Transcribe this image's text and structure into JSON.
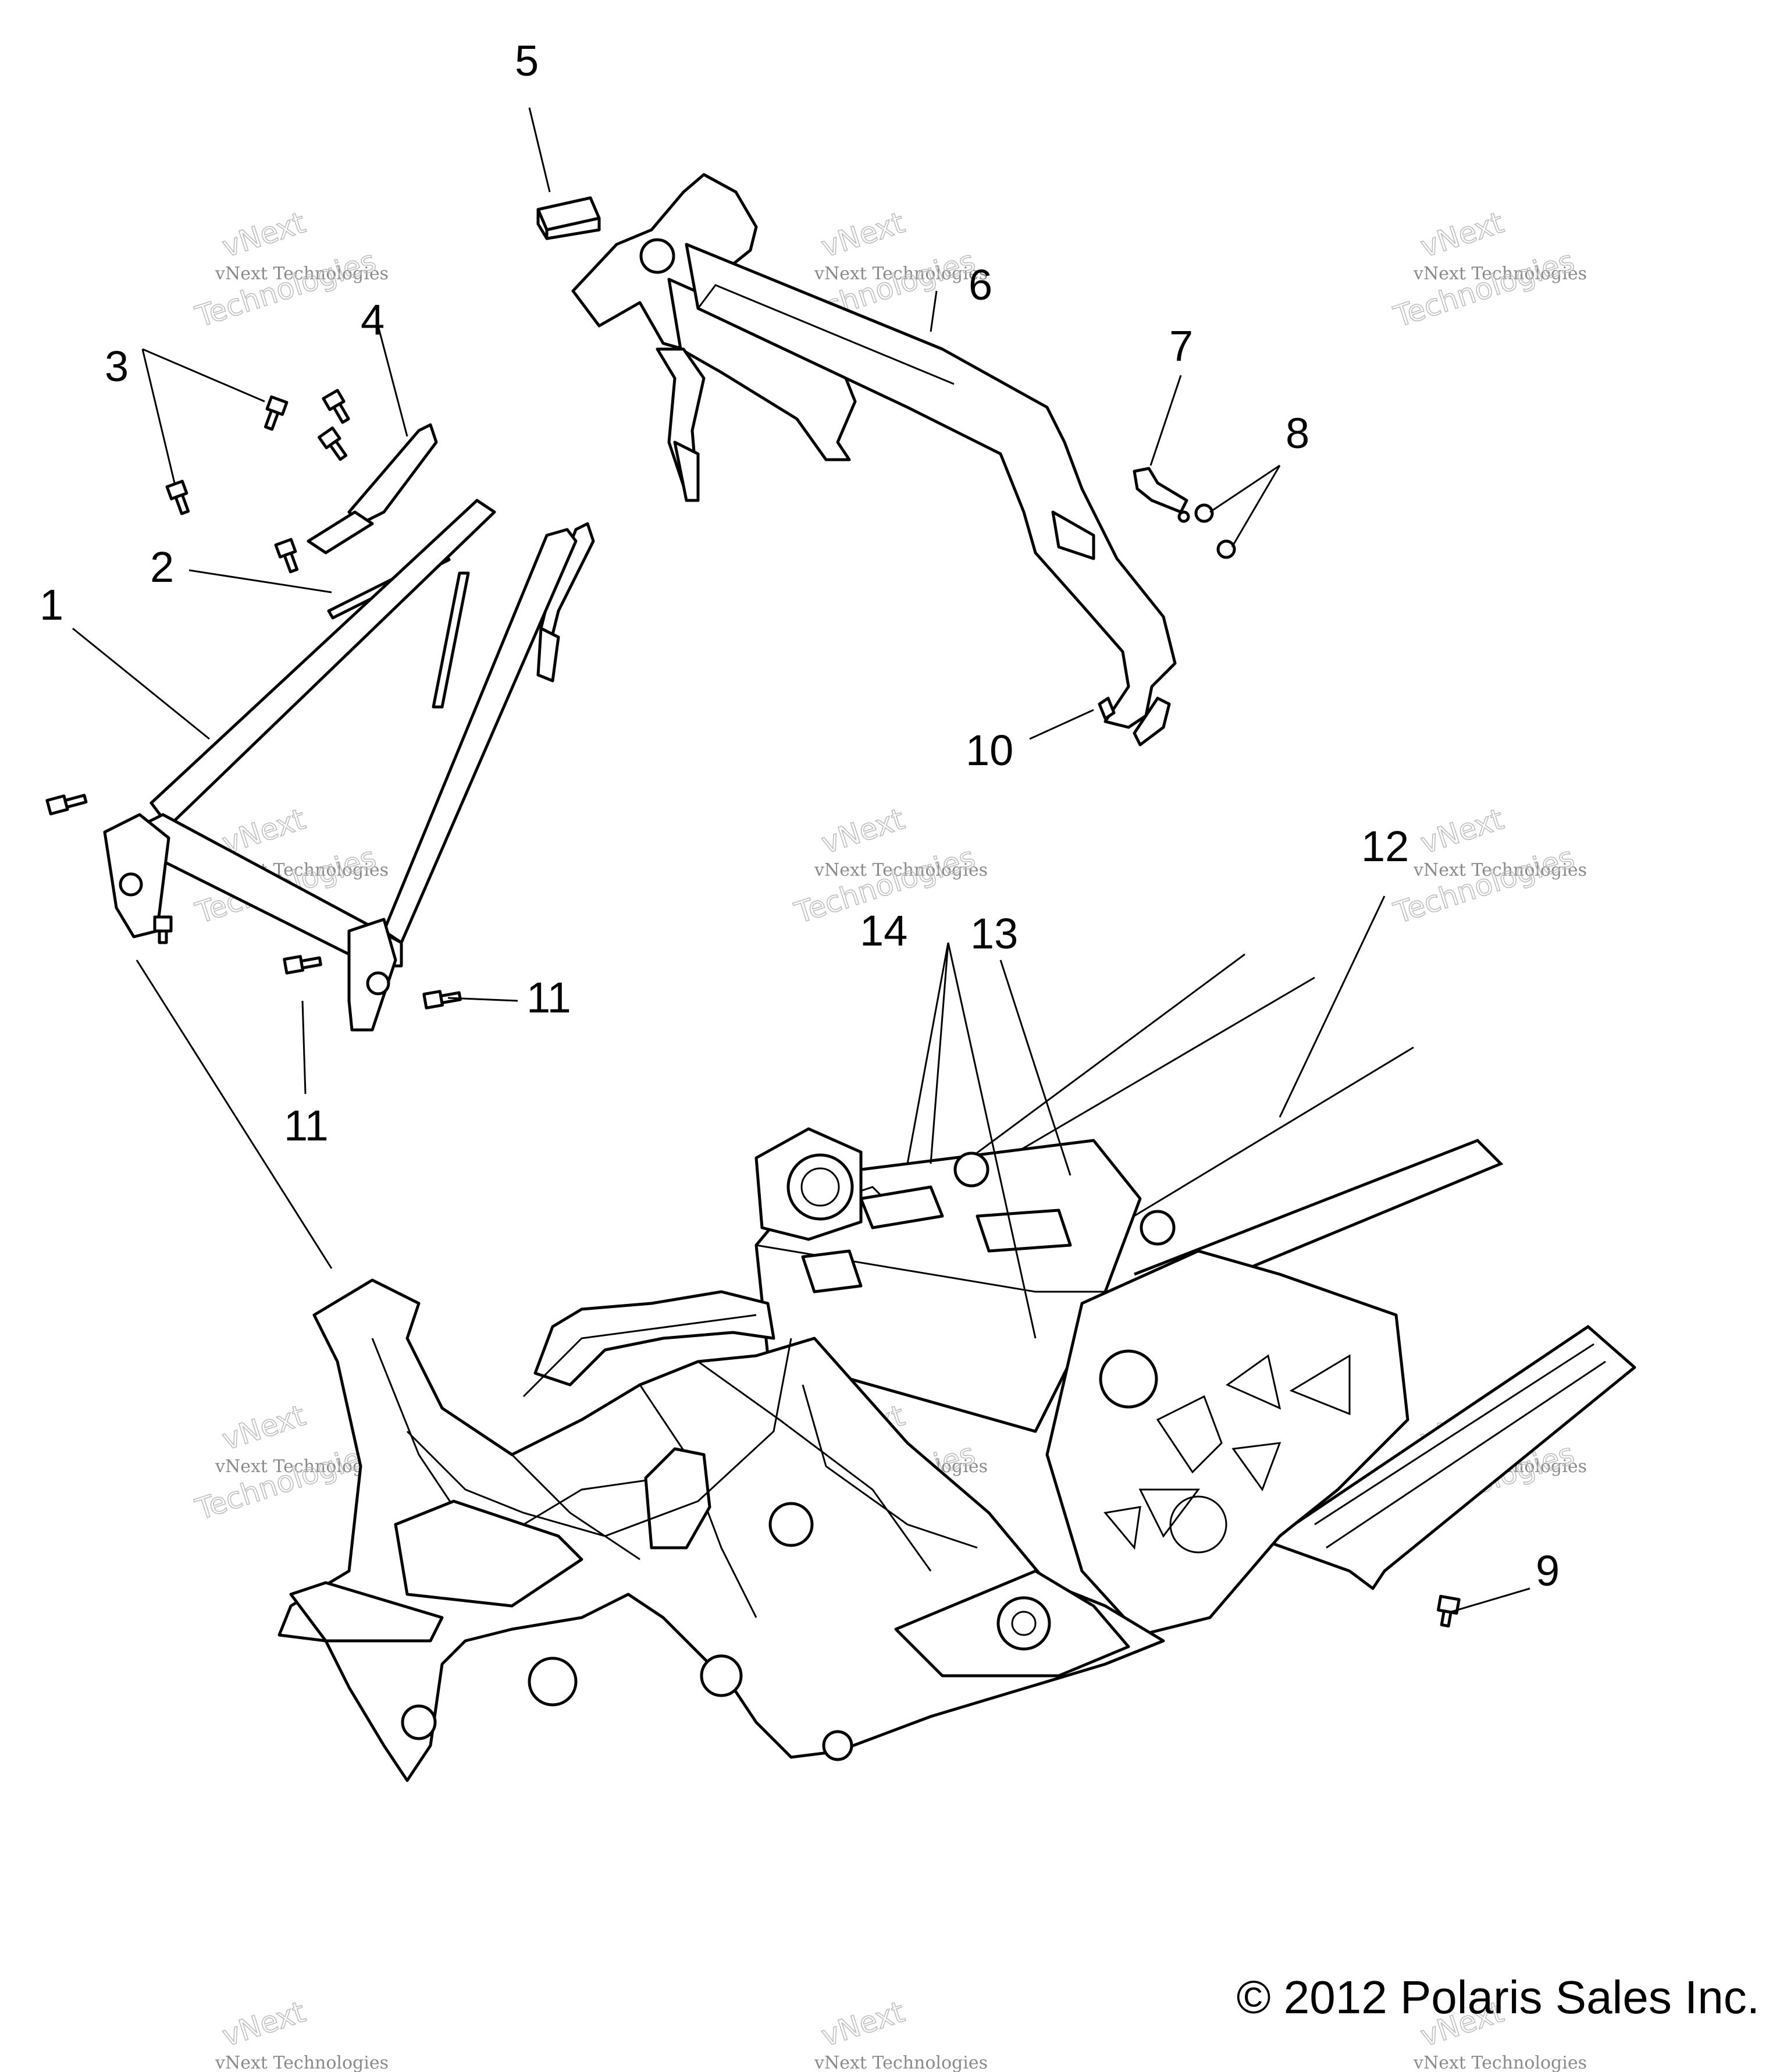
{
  "callouts": [
    {
      "id": "1",
      "label": "1"
    },
    {
      "id": "2",
      "label": "2"
    },
    {
      "id": "3",
      "label": "3"
    },
    {
      "id": "4",
      "label": "4"
    },
    {
      "id": "5",
      "label": "5"
    },
    {
      "id": "6",
      "label": "6"
    },
    {
      "id": "7",
      "label": "7"
    },
    {
      "id": "8",
      "label": "8"
    },
    {
      "id": "9",
      "label": "9"
    },
    {
      "id": "10",
      "label": "10"
    },
    {
      "id": "11a",
      "label": "11"
    },
    {
      "id": "11b",
      "label": "11"
    },
    {
      "id": "12",
      "label": "12"
    },
    {
      "id": "13",
      "label": "13"
    },
    {
      "id": "14",
      "label": "14"
    }
  ],
  "watermark": {
    "line1": "vNext Technologies",
    "line2": "vNext",
    "line3": "Technologies"
  },
  "copyright": "© 2012 Polaris Sales Inc."
}
